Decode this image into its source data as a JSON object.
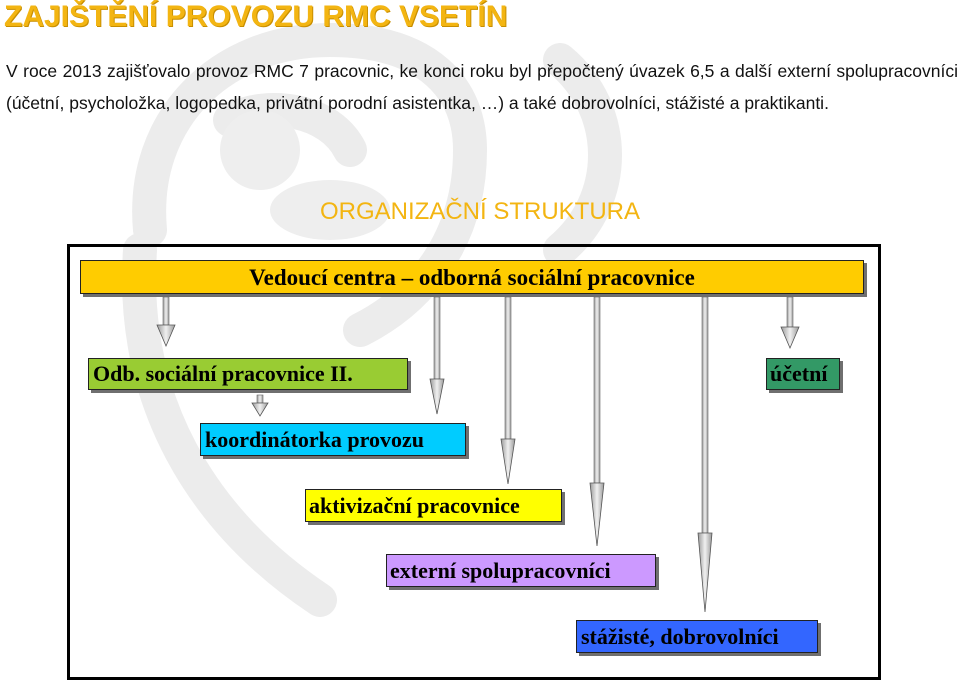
{
  "header": {
    "title": "ZAJIŠTĚNÍ PROVOZU RMC VSETÍN",
    "intro": "V roce 2013 zajišťovalo provoz RMC 7 pracovnic, ke konci roku byl přepočtený úvazek 6,5 a další externí spolupracovníci (účetní, psycholožka, logopedka, privátní porodní asistentka, …) a také dobrovolníci, stážisté a praktikanti."
  },
  "org_chart": {
    "title": "ORGANIZAČNÍ STRUKTURA",
    "boxes": [
      {
        "id": "head",
        "label": "Vedoucí centra – odborná sociální pracovnice",
        "color": "#ffcc00"
      },
      {
        "id": "social2",
        "label": "Odb. sociální  pracovnice II.",
        "color": "#99cc33"
      },
      {
        "id": "accountant",
        "label": "účetní",
        "color": "#339966"
      },
      {
        "id": "coordinator",
        "label": "koordinátorka provozu",
        "color": "#00ccff"
      },
      {
        "id": "activation",
        "label": "aktivizační pracovnice",
        "color": "#ffff00"
      },
      {
        "id": "external",
        "label": "externí spolupracovníci",
        "color": "#cc99ff"
      },
      {
        "id": "interns",
        "label": "stážisté, dobrovolníci",
        "color": "#3366ff"
      }
    ]
  }
}
